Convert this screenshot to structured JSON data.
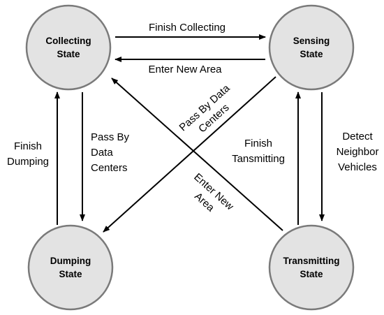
{
  "states": {
    "collecting": [
      "Collecting",
      "State"
    ],
    "sensing": [
      "Sensing",
      "State"
    ],
    "dumping": [
      "Dumping",
      "State"
    ],
    "transmitting": [
      "Transmitting",
      "State"
    ]
  },
  "transitions": {
    "finish_collecting": [
      "Finish Collecting"
    ],
    "enter_new_area_top": [
      "Enter New Area"
    ],
    "pass_by_dc_diagonal": [
      "Pass By Data",
      "Centers"
    ],
    "enter_new_area_diagonal": [
      "Enter New",
      "Area"
    ],
    "finish_dumping": [
      "Finish",
      "Dumping"
    ],
    "pass_by_dc_left": [
      "Pass By",
      "Data",
      "Centers"
    ],
    "finish_transmitting": [
      "Finish",
      "Tansmitting"
    ],
    "detect_neighbor": [
      "Detect",
      "Neighbor",
      "Vehicles"
    ]
  },
  "colors": {
    "state_fill": "#e3e3e3",
    "state_stroke": "#7a7a7a",
    "edge": "#000000"
  }
}
